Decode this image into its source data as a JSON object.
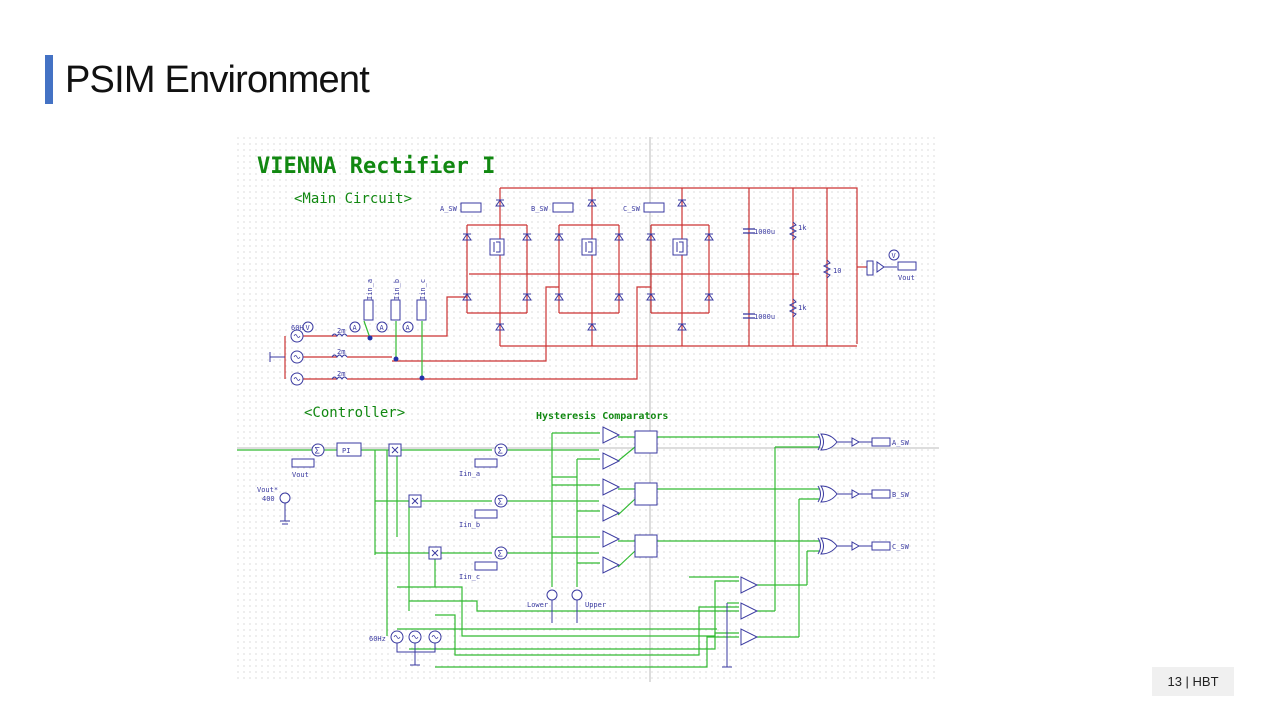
{
  "slide": {
    "title": "PSIM Environment",
    "page_tag": "13 | HBT"
  },
  "schematic": {
    "heading": "VIENNA Rectifier I",
    "main_section": "<Main Circuit>",
    "controller_section": "<Controller>",
    "comparators_title": "Hysteresis Comparators",
    "main": {
      "source_freq": "60Hz",
      "inductor": "2m",
      "current_sensors": [
        "Iin_a",
        "Iin_b",
        "Iin_c"
      ],
      "switch_labels": [
        "A_SW",
        "B_SW",
        "C_SW"
      ],
      "capacitor": "1000u",
      "balance_resistor": "1k",
      "load_resistor": "10",
      "volt_meter": "V",
      "amp_meter": "A",
      "vout_label": "Vout"
    },
    "controller": {
      "vout_in": "Vout",
      "pi_block": "PI",
      "ref_label": "Vout*",
      "ref_value": "400",
      "iin_labels": [
        "Iin_a",
        "Iin_b",
        "Iin_c"
      ],
      "lower": "Lower",
      "upper": "Upper",
      "source_freq": "60Hz",
      "sw_out": [
        "A_SW",
        "B_SW",
        "C_SW"
      ]
    }
  },
  "colors": {
    "accent_bar": "#4472c4",
    "power_wire": "#cc3333",
    "signal_wire": "#33bb33",
    "component": "#3a3aa0",
    "heading_text": "#118811"
  }
}
